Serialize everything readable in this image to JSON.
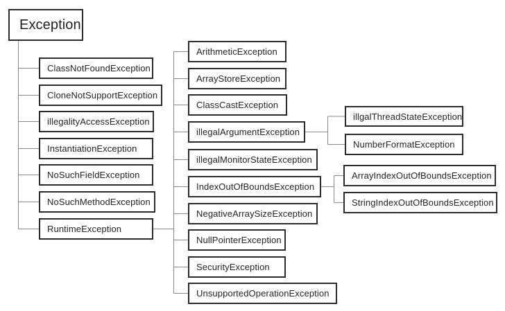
{
  "diagram": {
    "type": "tree",
    "orientation": "left-to-right",
    "colors": {
      "background": "#ffffff",
      "box_fill": "#ffffff",
      "box_border": "#2b2b2b",
      "connector": "#8a8a8a",
      "text": "#242424"
    },
    "root": {
      "label": "Exception",
      "children": [
        {
          "label": "ClassNotFoundException"
        },
        {
          "label": "CloneNotSupportException"
        },
        {
          "label": "illegalityAccessException"
        },
        {
          "label": "InstantiationException"
        },
        {
          "label": "NoSuchFieldException"
        },
        {
          "label": "NoSuchMethodException"
        },
        {
          "label": "RuntimeException",
          "children": [
            {
              "label": "ArithmeticException"
            },
            {
              "label": "ArrayStoreException"
            },
            {
              "label": "ClassCastException"
            },
            {
              "label": "illegalArgumentException",
              "children": [
                {
                  "label": "illgalThreadStateException"
                },
                {
                  "label": "NumberFormatException"
                }
              ]
            },
            {
              "label": "illegalMonitorStateException"
            },
            {
              "label": "IndexOutOfBoundsException",
              "children": [
                {
                  "label": "ArrayIndexOutOfBoundsException"
                },
                {
                  "label": "StringIndexOutOfBoundsException"
                }
              ]
            },
            {
              "label": "NegativeArraySizeException"
            },
            {
              "label": "NullPointerException"
            },
            {
              "label": "SecurityException"
            },
            {
              "label": "UnsupportedOperationException"
            }
          ]
        }
      ]
    }
  }
}
